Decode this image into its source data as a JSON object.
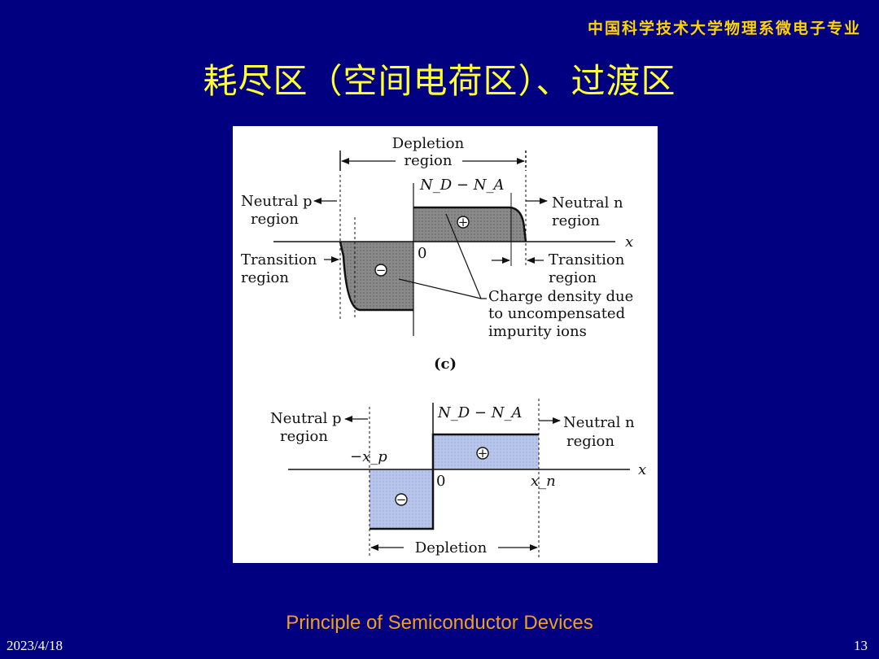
{
  "header": {
    "org": "中国科学技术大学物理系微电子专业",
    "title": "耗尽区（空间电荷区）、过渡区"
  },
  "figure_c": {
    "depletion_top": "Depletion",
    "region_word": "region",
    "doping_label": "N_D − N_A",
    "neutral_p": "Neutral p",
    "neutral_p_region": "region",
    "neutral_n": "Neutral n",
    "neutral_n_region": "region",
    "transition_left": "Transition",
    "transition_left_region": "region",
    "transition_right": "Transition",
    "transition_right_region": "region",
    "charge_line1": "Charge density due",
    "charge_line2": "to uncompensated",
    "charge_line3": "impurity ions",
    "axis_x": "x",
    "origin": "0",
    "plus": "+",
    "minus": "−",
    "caption": "(c)"
  },
  "figure_d": {
    "doping_label": "N_D − N_A",
    "neutral_p": "Neutral p",
    "neutral_p_region": "region",
    "neutral_n": "Neutral n",
    "neutral_n_region": "region",
    "minus_xp": "−x_p",
    "xn": "x_n",
    "origin": "0",
    "axis_x": "x",
    "plus": "+",
    "minus": "−",
    "depletion_bottom": "Depletion"
  },
  "footer": {
    "course": "Principle of Semiconductor Devices",
    "date": "2023/4/18",
    "page": "13"
  },
  "colors": {
    "background": "#000080",
    "header_org": "#ffd400",
    "title": "#ffff33",
    "course": "#f0a020",
    "shade_c": "#8a8a8a",
    "shade_d": "#b9c6ec"
  }
}
